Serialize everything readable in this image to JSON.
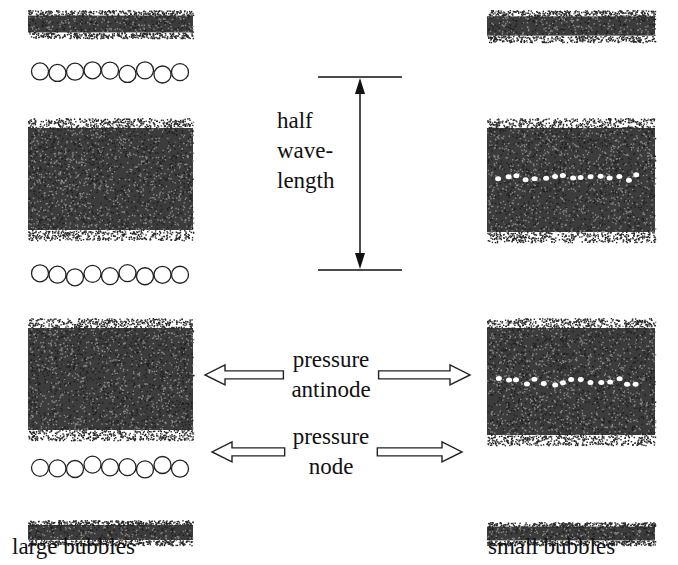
{
  "diagram": {
    "labels": [
      "half wave- length",
      "pressure antinode",
      "pressure node",
      "large bubbles",
      "small bubbles"
    ]
  }
}
